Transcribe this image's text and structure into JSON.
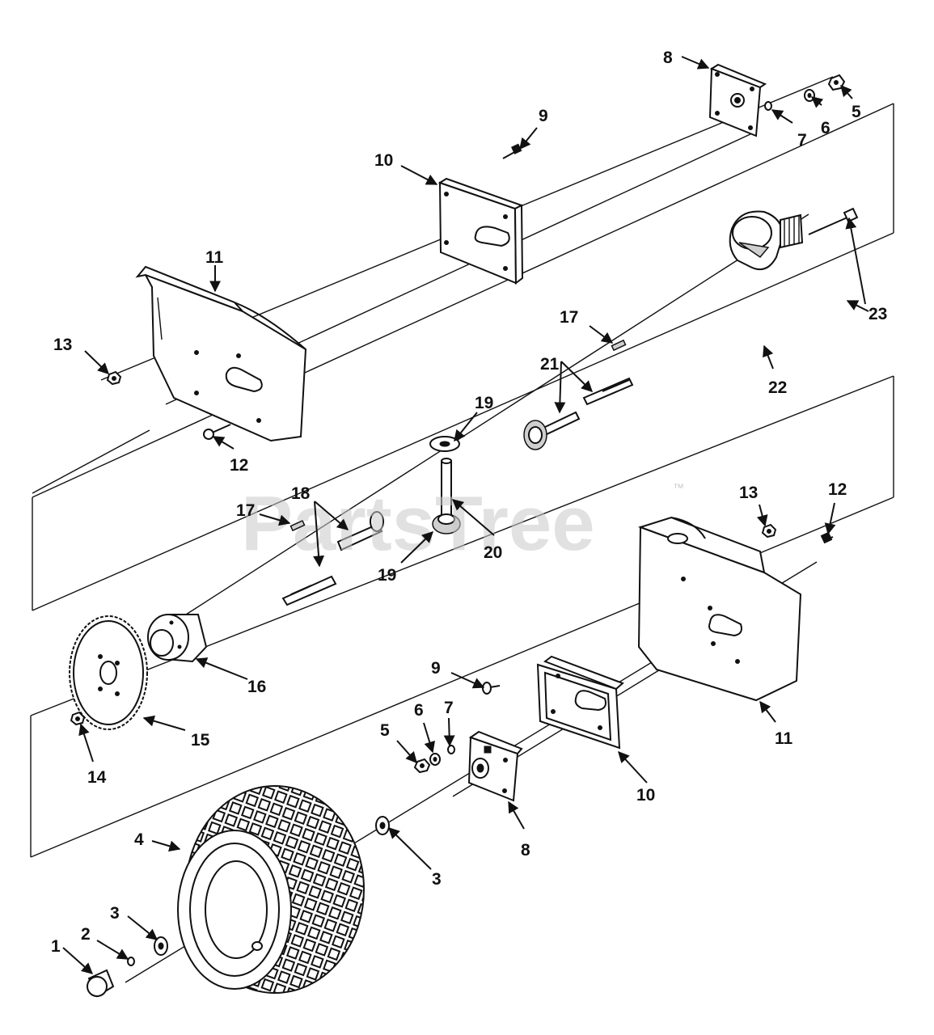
{
  "watermark": {
    "text": "PartsTree",
    "trademark": "™"
  },
  "callouts": [
    {
      "id": "c1",
      "label": "1"
    },
    {
      "id": "c2",
      "label": "2"
    },
    {
      "id": "c3a",
      "label": "3"
    },
    {
      "id": "c3b",
      "label": "3"
    },
    {
      "id": "c4",
      "label": "4"
    },
    {
      "id": "c5a",
      "label": "5"
    },
    {
      "id": "c5b",
      "label": "5"
    },
    {
      "id": "c6a",
      "label": "6"
    },
    {
      "id": "c6b",
      "label": "6"
    },
    {
      "id": "c7a",
      "label": "7"
    },
    {
      "id": "c7b",
      "label": "7"
    },
    {
      "id": "c8a",
      "label": "8"
    },
    {
      "id": "c8b",
      "label": "8"
    },
    {
      "id": "c9a",
      "label": "9"
    },
    {
      "id": "c9b",
      "label": "9"
    },
    {
      "id": "c10a",
      "label": "10"
    },
    {
      "id": "c10b",
      "label": "10"
    },
    {
      "id": "c11a",
      "label": "11"
    },
    {
      "id": "c11b",
      "label": "11"
    },
    {
      "id": "c12a",
      "label": "12"
    },
    {
      "id": "c12b",
      "label": "12"
    },
    {
      "id": "c13a",
      "label": "13"
    },
    {
      "id": "c13b",
      "label": "13"
    },
    {
      "id": "c14",
      "label": "14"
    },
    {
      "id": "c15",
      "label": "15"
    },
    {
      "id": "c16",
      "label": "16"
    },
    {
      "id": "c17a",
      "label": "17"
    },
    {
      "id": "c17b",
      "label": "17"
    },
    {
      "id": "c18",
      "label": "18"
    },
    {
      "id": "c19a",
      "label": "19"
    },
    {
      "id": "c19b",
      "label": "19"
    },
    {
      "id": "c20",
      "label": "20"
    },
    {
      "id": "c21",
      "label": "21"
    },
    {
      "id": "c22",
      "label": "22"
    },
    {
      "id": "c23",
      "label": "23"
    }
  ]
}
